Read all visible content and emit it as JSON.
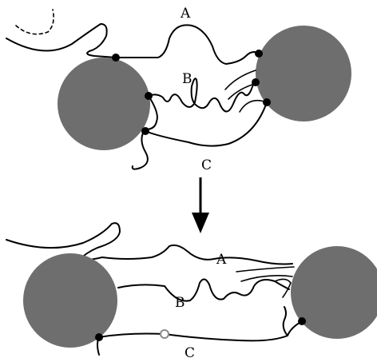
{
  "colors": {
    "background": "#ffffff",
    "circle_fill": "#6e6e6e",
    "line": "#000000",
    "dot": "#000000",
    "open_marker_stroke": "#8a8a8a"
  },
  "panels": {
    "top": {
      "labels": {
        "a": "A",
        "b": "B",
        "c": "C"
      }
    },
    "bottom": {
      "labels": {
        "a": "A",
        "b": "B",
        "c": "C"
      }
    }
  }
}
